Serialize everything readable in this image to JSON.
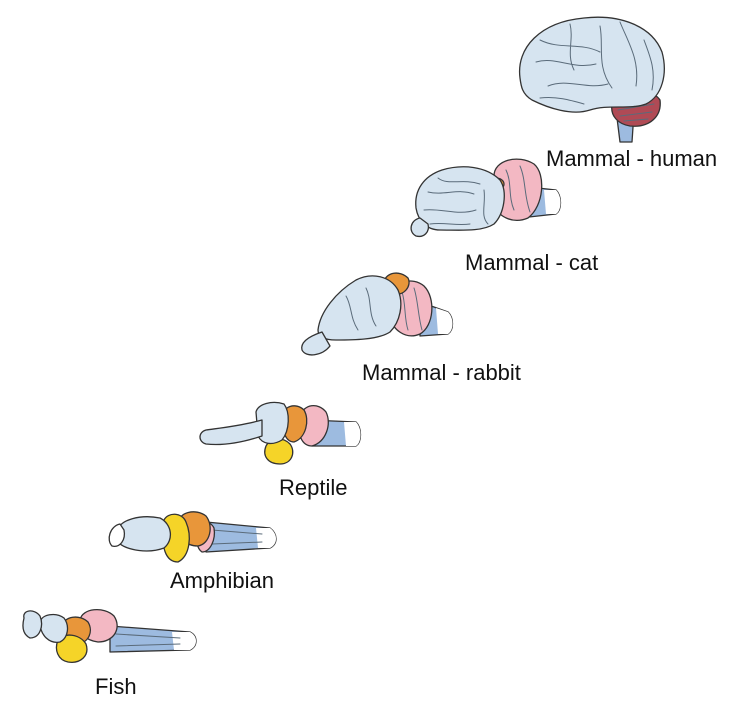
{
  "labels": {
    "human": "Mammal - human",
    "cat": "Mammal - cat",
    "rabbit": "Mammal - rabbit",
    "reptile": "Reptile",
    "amphibian": "Amphibian",
    "fish": "Fish"
  },
  "colors": {
    "cerebrum": "#d6e4f0",
    "cerebellum": "#f3b8c3",
    "midbrain": "#e8963a",
    "diencephalon": "#f5d428",
    "brainstem": "#9dbbe0",
    "white_matter": "#ffffff",
    "human_cerebellum": "#b04a55"
  }
}
